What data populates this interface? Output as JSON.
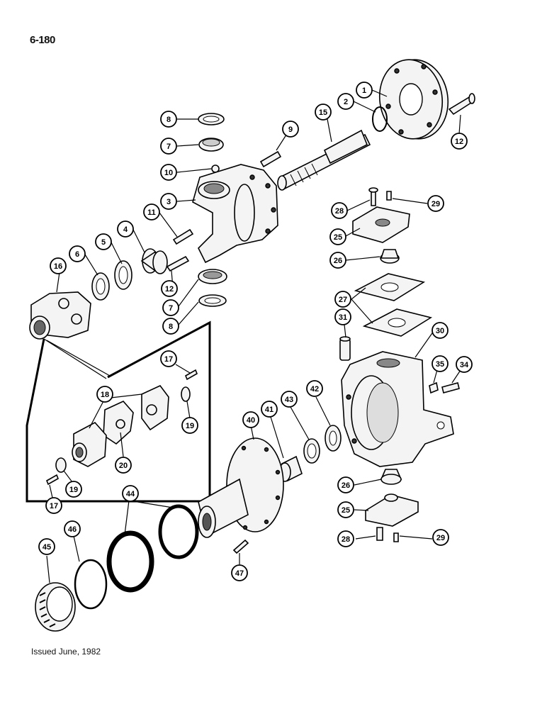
{
  "page": {
    "number": "6-180",
    "footer": "Issued June, 1982"
  },
  "callouts": [
    {
      "id": "c1",
      "label": "1"
    },
    {
      "id": "c2",
      "label": "2"
    },
    {
      "id": "c15",
      "label": "15"
    },
    {
      "id": "c12a",
      "label": "12"
    },
    {
      "id": "c8a",
      "label": "8"
    },
    {
      "id": "c7a",
      "label": "7"
    },
    {
      "id": "c10",
      "label": "10"
    },
    {
      "id": "c9",
      "label": "9"
    },
    {
      "id": "c3",
      "label": "3"
    },
    {
      "id": "c11",
      "label": "11"
    },
    {
      "id": "c4",
      "label": "4"
    },
    {
      "id": "c5",
      "label": "5"
    },
    {
      "id": "c6",
      "label": "6"
    },
    {
      "id": "c16",
      "label": "16"
    },
    {
      "id": "c12b",
      "label": "12"
    },
    {
      "id": "c7b",
      "label": "7"
    },
    {
      "id": "c8b",
      "label": "8"
    },
    {
      "id": "c28a",
      "label": "28"
    },
    {
      "id": "c29a",
      "label": "29"
    },
    {
      "id": "c25a",
      "label": "25"
    },
    {
      "id": "c26a",
      "label": "26"
    },
    {
      "id": "c27",
      "label": "27"
    },
    {
      "id": "c31",
      "label": "31"
    },
    {
      "id": "c30",
      "label": "30"
    },
    {
      "id": "c35",
      "label": "35"
    },
    {
      "id": "c34",
      "label": "34"
    },
    {
      "id": "c17a",
      "label": "17"
    },
    {
      "id": "c18",
      "label": "18"
    },
    {
      "id": "c19a",
      "label": "19"
    },
    {
      "id": "c20",
      "label": "20"
    },
    {
      "id": "c19b",
      "label": "19"
    },
    {
      "id": "c17b",
      "label": "17"
    },
    {
      "id": "c42",
      "label": "42"
    },
    {
      "id": "c43",
      "label": "43"
    },
    {
      "id": "c41",
      "label": "41"
    },
    {
      "id": "c40",
      "label": "40"
    },
    {
      "id": "c26b",
      "label": "26"
    },
    {
      "id": "c25b",
      "label": "25"
    },
    {
      "id": "c28b",
      "label": "28"
    },
    {
      "id": "c29b",
      "label": "29"
    },
    {
      "id": "c44",
      "label": "44"
    },
    {
      "id": "c46",
      "label": "46"
    },
    {
      "id": "c45",
      "label": "45"
    },
    {
      "id": "c47",
      "label": "47"
    }
  ]
}
